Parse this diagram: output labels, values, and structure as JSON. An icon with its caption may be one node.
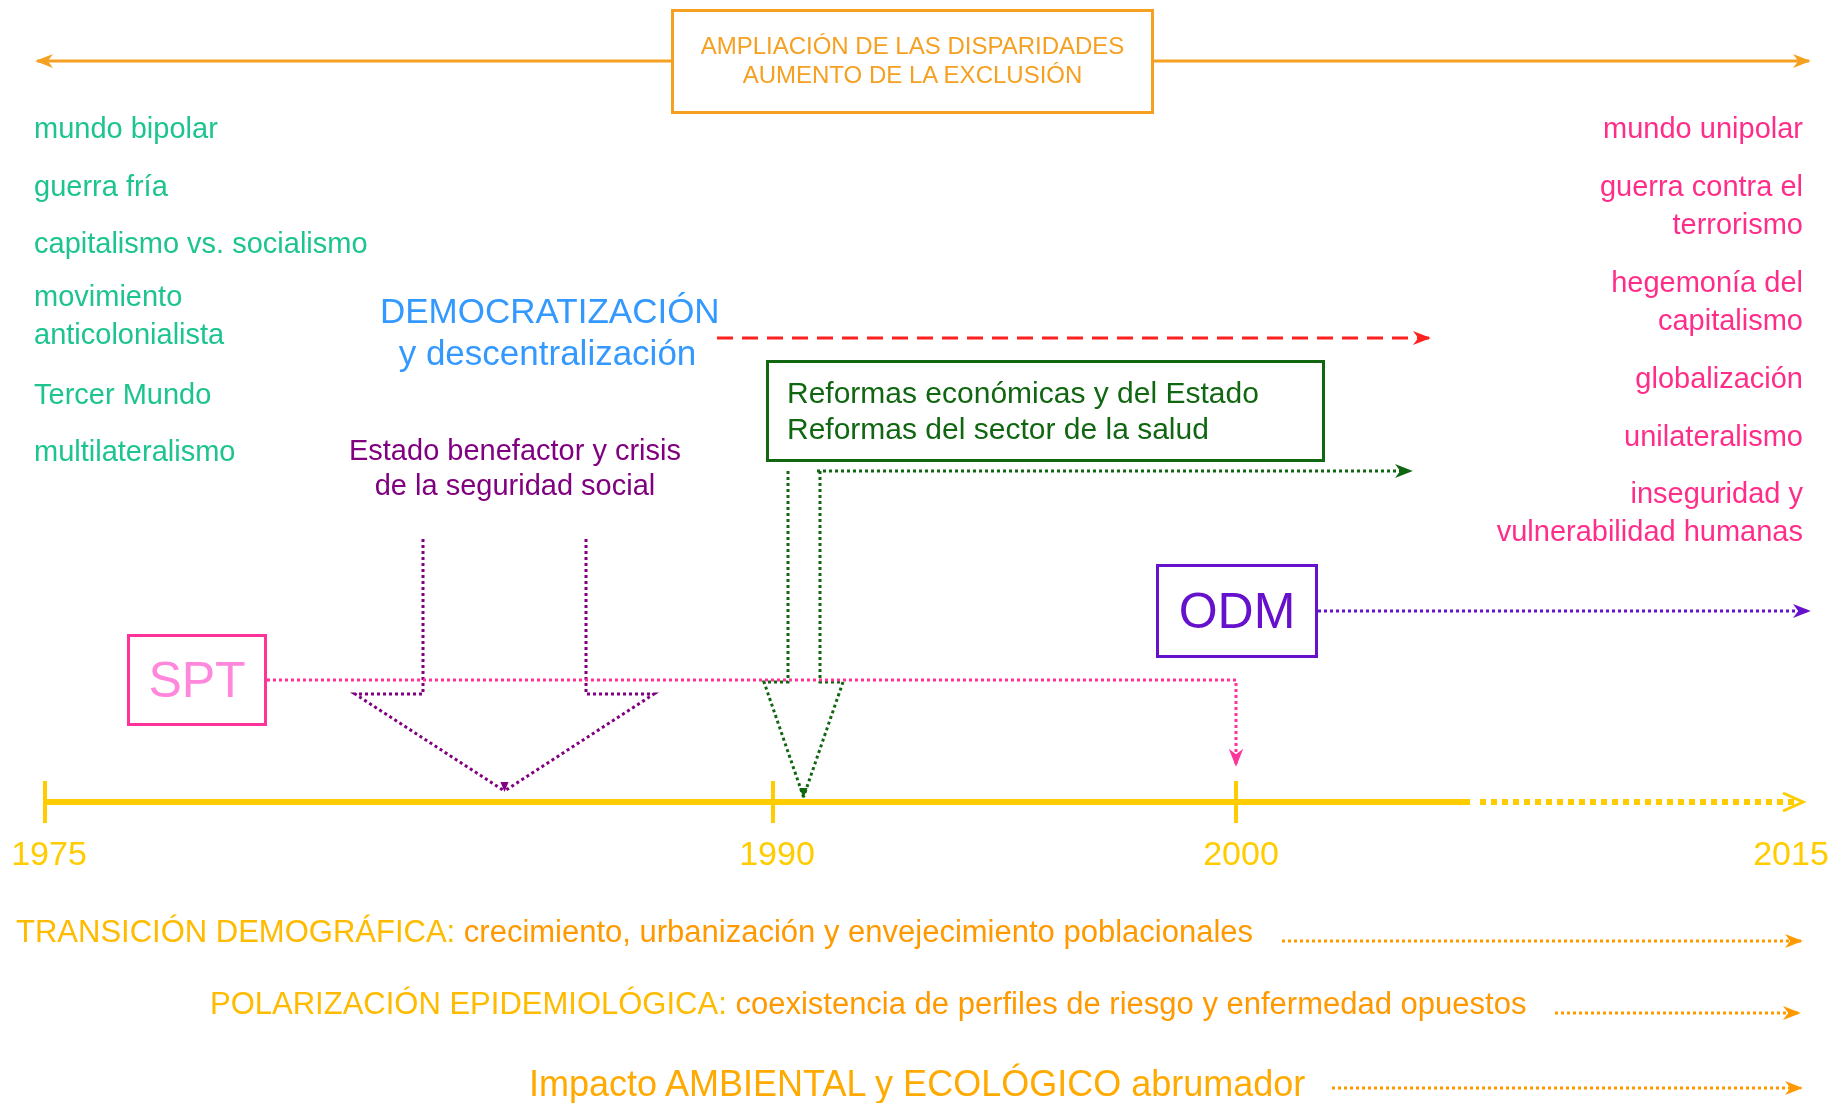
{
  "diagram": {
    "nodes": [
      {
        "text": [
          "AMPLIACIÓN DE LAS DISPARIDADES AUMENTO DE LA EXCLUSIÓN"
        ]
      },
      {
        "text": [
          "DEMOCRATIZACIÓN y descentralización"
        ]
      },
      {
        "text": [
          "Reformas económicas y del Estado Reformas del sector de la salud"
        ]
      },
      {
        "text": [
          "Estado benefactor y crisis de la seguridad social"
        ]
      },
      {
        "text": [
          "ODM"
        ]
      },
      {
        "text": [
          "SPT"
        ]
      },
      {
        "text": [
          "TRANSICIÓN DEMOGRÁFICA:",
          "crecimiento, urbanización y envejecimiento poblacionales"
        ]
      },
      {
        "text": [
          "POLARIZACIÓN EPIDEMIOLÓGICA:",
          "coexistencia de perfiles de riesgo y enfermedad opuestos"
        ]
      },
      {
        "text": [
          "Impacto AMBIENTAL y ECOLÓGICO abrumador"
        ]
      }
    ],
    "edges": [
      {
        "from": 0,
        "to": null,
        "arrow": "to",
        "color": "#f5a020"
      },
      {
        "from": 0,
        "to": null,
        "arrow": "to",
        "color": "#f5a020"
      },
      {
        "from": 1,
        "to": null,
        "arrow": "to",
        "style": "dashed",
        "color": "#ff2020"
      },
      {
        "from": 2,
        "to": null,
        "arrow": "to",
        "style": "dashed",
        "color": "#116611"
      },
      {
        "from": 2,
        "to": null,
        "arrow": "to",
        "style": "dashed",
        "color": "#116611"
      },
      {
        "from": 3,
        "to": null,
        "arrow": "to",
        "style": "dashed",
        "color": "#800080"
      },
      {
        "from": 4,
        "to": null,
        "arrow": "to",
        "style": "dashed",
        "color": "#6611cc"
      },
      {
        "from": 5,
        "to": null,
        "arrow": "to",
        "style": "dashed",
        "color": "#ff3399"
      },
      {
        "from": 6,
        "to": null,
        "arrow": "to",
        "style": "dashed",
        "color": "#ff9900"
      },
      {
        "from": 7,
        "to": null,
        "arrow": "to",
        "style": "dashed",
        "color": "#ff9900"
      },
      {
        "from": 8,
        "to": null,
        "arrow": "to",
        "style": "dashed",
        "color": "#ff9900"
      }
    ],
    "labels": [
      "mundo bipolar",
      "guerra fría",
      "capitalismo vs. socialismo",
      "movimiento anticolonialista",
      "Tercer Mundo",
      "multilateralismo",
      "mundo unipolar",
      "guerra contra el terrorismo",
      "hegemonía del capitalismo",
      "globalización",
      "unilateralismo",
      "inseguridad y vulnerabilidad humanas",
      "1975",
      "1990",
      "2000",
      "2015"
    ]
  }
}
